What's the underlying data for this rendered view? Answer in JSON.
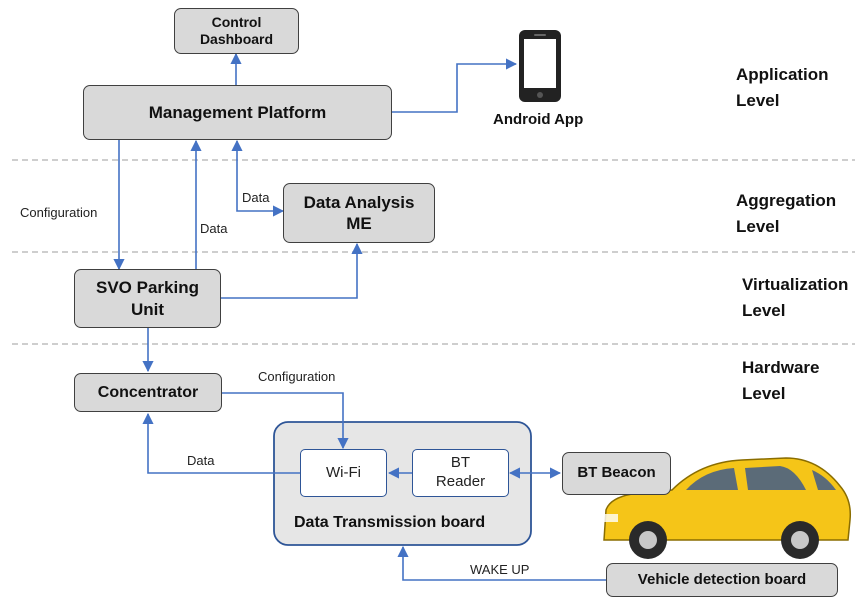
{
  "nodes": {
    "control_dashboard": "Control\nDashboard",
    "management_platform": "Management Platform",
    "android_app": "Android App",
    "data_analysis": "Data Analysis\nME",
    "svo_parking_unit": "SVO Parking\nUnit",
    "concentrator": "Concentrator",
    "data_transmission_board": "Data Transmission board",
    "wifi": "Wi-Fi",
    "bt_reader": "BT\nReader",
    "bt_beacon": "BT Beacon",
    "vehicle_detection_board": "Vehicle detection board"
  },
  "edge_labels": {
    "configuration_left": "Configuration",
    "data_mp_svo": "Data",
    "data_to_analysis": "Data",
    "configuration_hw": "Configuration",
    "data_hw": "Data",
    "wake_up": "WAKE UP"
  },
  "levels": {
    "application": "Application\nLevel",
    "aggregation": "Aggregation\nLevel",
    "virtualization": "Virtualization\nLevel",
    "hardware": "Hardware\nLevel"
  },
  "colors": {
    "arrow": "#4472c4",
    "box_fill": "#d9d9d9",
    "board_fill": "#e6e6e6",
    "board_border": "#2e5597",
    "car_body": "#f5c518",
    "divider": "#b0b0b0"
  }
}
